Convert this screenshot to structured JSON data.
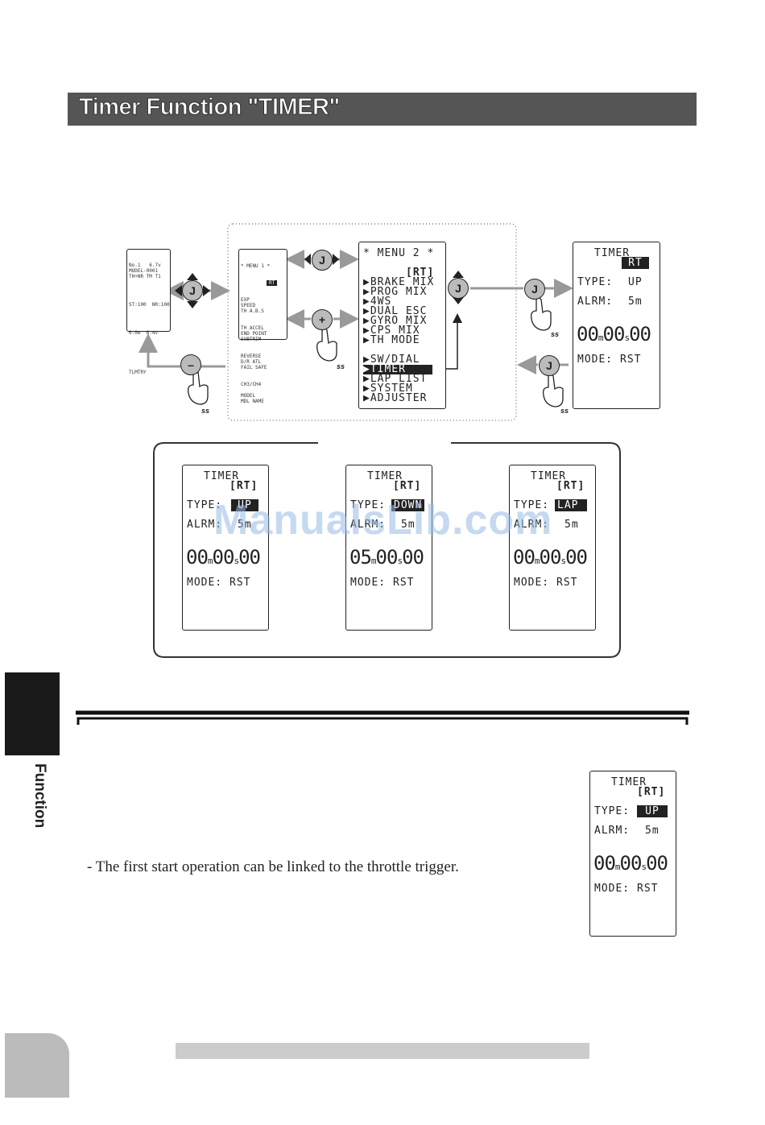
{
  "title": "Timer Function  \"TIMER\"",
  "watermark": "ManualsLib.com",
  "side_label": "Function",
  "note": "- The first start operation can be linked to the throttle trigger.",
  "icons": {
    "joystick": "J",
    "plus": "+",
    "minus": "–",
    "press": "ss"
  },
  "home_screen": {
    "lines": [
      "No.1   6.7v",
      "MODEL-0001",
      "TH+NR TM T1",
      "",
      "",
      "ST:100  NR:100",
      "",
      "",
      "0.0m  6.4v",
      "",
      "",
      "",
      "",
      "",
      "TLMTRY"
    ]
  },
  "menu1": {
    "lines": [
      "* MENU 1 *",
      "",
      "EXP",
      "SPEED",
      "TH A.B.S",
      "TH ACCEL",
      "END POINT",
      "SUBTRIM",
      "REVERSE",
      "D/R ATL",
      "FAIL SAFE",
      "CH3/CH4",
      "",
      "MODEL",
      "MDL NAME"
    ],
    "badge": "RT"
  },
  "menu2": {
    "header": "* MENU 2 *",
    "badge": "[RT]",
    "items": [
      "▶BRAKE MIX",
      "▶PROG MIX",
      "▶4WS",
      "▶DUAL ESC",
      "▶GYRO MIX",
      "▶CPS MIX",
      "▶TH MODE",
      "",
      "▶SW/DIAL",
      "▶TIMER",
      "▶LAP LIST",
      "▶SYSTEM",
      "▶ADJUSTER"
    ],
    "selected": "▶TIMER"
  },
  "timer_main": {
    "title": "TIMER",
    "badge": "RT",
    "type_label": "TYPE:",
    "type": "UP",
    "alrm_label": "ALRM:",
    "alrm": "5m",
    "mm": "00",
    "m": "m",
    "ss": "00",
    "s": "s",
    "cs": "00",
    "mode_label": "MODE:",
    "mode": "RST"
  },
  "timers": [
    {
      "title": "TIMER",
      "badge": "[RT]",
      "type_label": "TYPE:",
      "type": "UP",
      "alrm_label": "ALRM:",
      "alrm": "5m",
      "mm": "00",
      "ss": "00",
      "cs": "00",
      "mode_label": "MODE:",
      "mode": "RST"
    },
    {
      "title": "TIMER",
      "badge": "[RT]",
      "type_label": "TYPE:",
      "type": "DOWN",
      "alrm_label": "ALRM:",
      "alrm": "5m",
      "mm": "05",
      "ss": "00",
      "cs": "00",
      "mode_label": "MODE:",
      "mode": "RST"
    },
    {
      "title": "TIMER",
      "badge": "[RT]",
      "type_label": "TYPE:",
      "type": "LAP",
      "alrm_label": "ALRM:",
      "alrm": "5m",
      "mm": "00",
      "ss": "00",
      "cs": "00",
      "mode_label": "MODE:",
      "mode": "RST"
    }
  ],
  "timer_box": {
    "title": "TIMER",
    "badge": "[RT]",
    "type_label": "TYPE:",
    "type": "UP",
    "alrm_label": "ALRM:",
    "alrm": "5m",
    "mm": "00",
    "ss": "00",
    "cs": "00",
    "mode_label": "MODE:",
    "mode": "RST"
  }
}
